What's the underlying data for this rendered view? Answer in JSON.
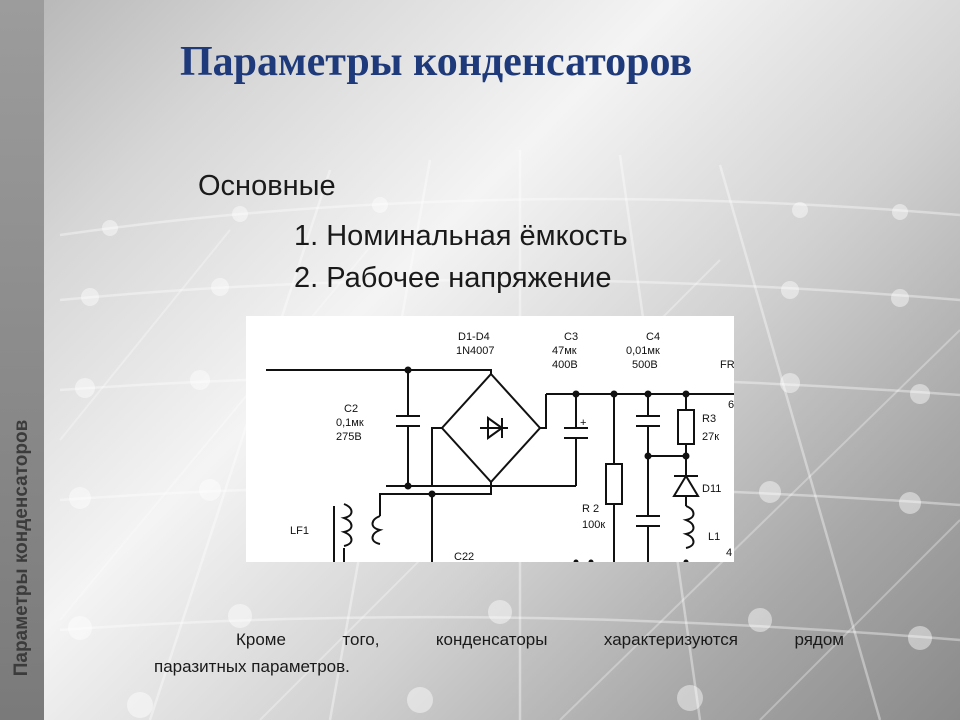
{
  "slide": {
    "title": "Параметры конденсаторов",
    "side_label": "Параметры конденсаторов",
    "heading": "Основные",
    "items": [
      "1. Номинальная ёмкость",
      "2. Рабочее напряжение"
    ],
    "caption": [
      "Кроме того, конденсаторы характеризуются рядом",
      "паразитных параметров."
    ]
  },
  "schematic": {
    "c2_label": "C2",
    "c2_value": "0,1мк",
    "c2_voltage": "275В",
    "diode_label": "D1-D4",
    "diode_model": "1N4007",
    "c3_label": "C3",
    "c3_value": "47мк",
    "c3_voltage": "400В",
    "c4_label": "C4",
    "c4_value": "0,01мк",
    "c4_voltage": "500В",
    "fr_label": "FR",
    "r3_label": "R3",
    "r3_value": "27к",
    "d11_label": "D11",
    "r2_label": "R 2",
    "r2_value": "100к",
    "lf1_label": "LF1",
    "l1_label": "L1",
    "c22_label": "C22",
    "plus_sign": "+",
    "edge_6": "6",
    "edge_4": "4"
  },
  "colors": {
    "title": "#1f3a7a",
    "body_text": "#1a1a1a",
    "side_label": "#3b3b3b"
  }
}
